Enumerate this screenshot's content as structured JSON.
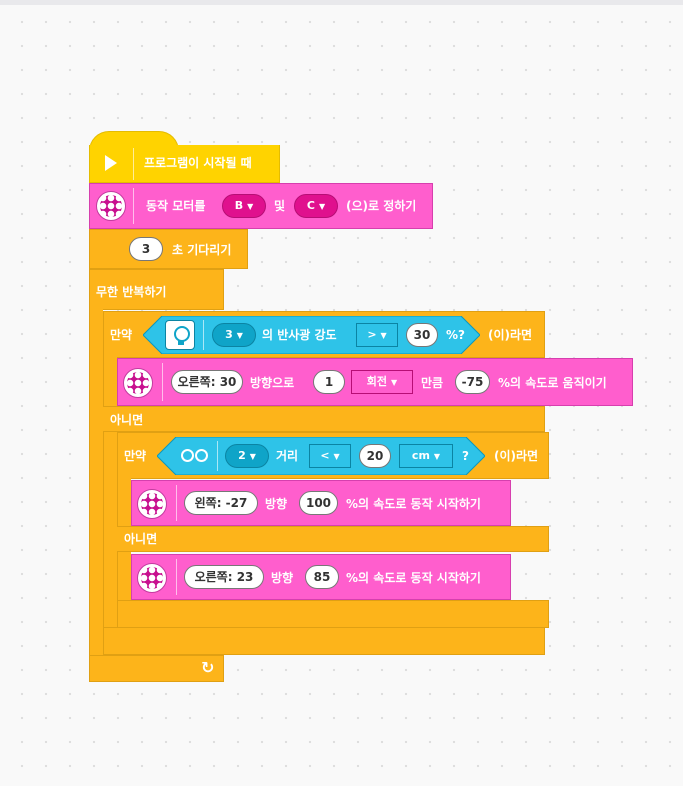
{
  "start_block": {
    "label": "프로그램이 시작될 때"
  },
  "motor_pair_block": {
    "label_prefix": "동작 모터를",
    "port1": "B",
    "conjunction": "및",
    "port2": "C",
    "label_suffix": "(으)로 정하기"
  },
  "wait_block": {
    "value": "3",
    "label": "초 기다리기"
  },
  "forever_block": {
    "label": "무한 반복하기"
  },
  "if1": {
    "if_label": "만약",
    "port": "3",
    "label_mid": "의 반사광 강도",
    "operator": ">",
    "value": "30",
    "unit": "%?",
    "then_label": "(이)라면"
  },
  "move1": {
    "steer": "오른쪽: 30",
    "label1": "방향으로",
    "amount": "1",
    "unit": "회전",
    "label2": "만큼",
    "speed": "-75",
    "label3": "%의 속도로 움직이기"
  },
  "else1": {
    "label": "아니면"
  },
  "if2": {
    "if_label": "만약",
    "port": "2",
    "label_mid": "거리",
    "operator": "<",
    "value": "20",
    "unit": "cm",
    "question": "?",
    "then_label": "(이)라면"
  },
  "start1": {
    "steer": "왼쪽: -27",
    "label1": "방향",
    "speed": "100",
    "label2": "%의 속도로 동작 시작하기"
  },
  "else2": {
    "label": "아니면"
  },
  "start2": {
    "steer": "오른쪽: 23",
    "label1": "방향",
    "speed": "85",
    "label2": "%의 속도로 동작 시작하기"
  },
  "colors": {
    "events": "#ffd300",
    "motors": "#ff5ecd",
    "control": "#fdb41a",
    "sensors": "#2ec3e8"
  },
  "icons": [
    "play-icon",
    "motor-icon",
    "color-sensor-icon",
    "distance-sensor-icon",
    "loop-arrow-icon",
    "chevron-down-icon"
  ]
}
